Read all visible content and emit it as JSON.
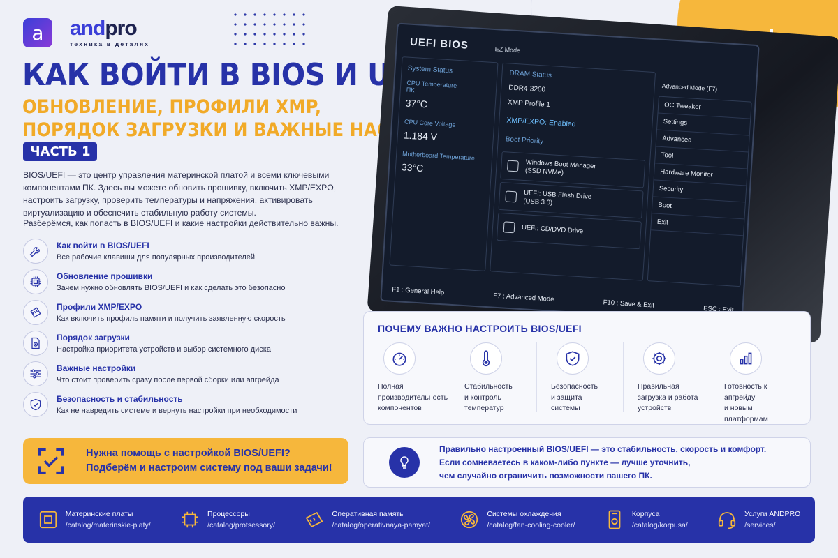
{
  "brand": {
    "logo_letter": "a",
    "name_part1": "and",
    "name_part2": "pro",
    "tagline": "техника в деталях"
  },
  "title": {
    "line1": "КАК ВОЙТИ В BIOS И UEFI:",
    "line2": "ОБНОВЛЕНИЕ, ПРОФИЛИ XMP,",
    "line3": "ПОРЯДОК ЗАГРУЗКИ И ВАЖНЫЕ НАСТРОЙКИ.",
    "part": "ЧАСТЬ 1"
  },
  "intro": {
    "p1": "BIOS/UEFI — это центр управления материнской платой и всеми ключевыми компонентами ПК. Здесь вы можете обновить прошивку, включить XMP/EXPO, настроить загрузку, проверить температуры и напряжения, активировать виртуализацию и обеспечить стабильную работу системы.",
    "p2": "Разберёмся, как попасть в BIOS/UEFI и какие настройки действительно важны."
  },
  "features": [
    {
      "icon": "wrench-icon",
      "title": "Как войти в BIOS/UEFI",
      "desc": "Все рабочие клавиши для популярных производителей"
    },
    {
      "icon": "chip-icon",
      "title": "Обновление прошивки",
      "desc": "Зачем нужно обновлять BIOS/UEFI и как сделать это безопасно"
    },
    {
      "icon": "memory-icon",
      "title": "Профили XMP/EXPO",
      "desc": "Как включить профиль памяти и получить заявленную скорость"
    },
    {
      "icon": "drive-icon",
      "title": "Порядок загрузки",
      "desc": "Настройка приоритета устройств и выбор системного диска"
    },
    {
      "icon": "sliders-icon",
      "title": "Важные настройки",
      "desc": "Что стоит проверить сразу после первой сборки или апгрейда"
    },
    {
      "icon": "shield-icon",
      "title": "Безопасность и стабильность",
      "desc": "Как не навредить системе и вернуть настройки при необходимости"
    }
  ],
  "help": {
    "line1": "Нужна помощь с настройкой BIOS/UEFI?",
    "line2": "Подберём и настроим систему под ваши задачи!"
  },
  "bios": {
    "title": "UEFI BIOS",
    "mode": "EZ Mode",
    "system_status": "System Status",
    "cpu_temp_label": "CPU Temperature",
    "cpu_temp_sub": "ПК",
    "cpu_temp_value": "37°C",
    "cpu_volt_label": "CPU Core Voltage",
    "cpu_volt_value": "1.184 V",
    "mb_temp_label": "Motherboard Temperature",
    "mb_temp_value": "33°C",
    "dram_label": "DRAM Status",
    "dram_type": "DDR4-3200",
    "xmp_profile": "XMP Profile 1",
    "xmp_status": "XMP/EXPO: Enabled",
    "boot_label": "Boot Priority",
    "boot_items": [
      {
        "l1": "Windows Boot Manager",
        "l2": "(SSD NVMe)"
      },
      {
        "l1": "UEFI: USB Flash Drive",
        "l2": "(USB 3.0)"
      },
      {
        "l1": "UEFI: CD/DVD Drive",
        "l2": ""
      }
    ],
    "advanced_mode": "Advanced Mode (F7)",
    "menu": [
      "OC Tweaker",
      "Settings",
      "Advanced",
      "Tool",
      "Hardware Monitor",
      "Security",
      "Boot",
      "Exit"
    ],
    "footer": [
      "F1 : General Help",
      "F7 : Advanced Mode",
      "F10 : Save & Exit",
      "ESC : Exit"
    ]
  },
  "why": {
    "title": "ПОЧЕМУ ВАЖНО НАСТРОИТЬ BIOS/UEFI",
    "items": [
      {
        "icon": "speedometer-icon",
        "l1": "Полная",
        "l2": "производительность",
        "l3": "компонентов"
      },
      {
        "icon": "thermometer-icon",
        "l1": "Стабильность",
        "l2": "и контроль",
        "l3": "температур"
      },
      {
        "icon": "shield-check-icon",
        "l1": "Безопасность",
        "l2": "и защита",
        "l3": "системы"
      },
      {
        "icon": "gear-icon",
        "l1": "Правильная",
        "l2": "загрузка и работа",
        "l3": "устройств"
      },
      {
        "icon": "bar-chart-icon",
        "l1": "Готовность к апгрейду",
        "l2": "и новым",
        "l3": "платформам"
      }
    ]
  },
  "note": {
    "line1": "Правильно настроенный BIOS/UEFI — это стабильность, скорость и комфорт.",
    "line2": "Если сомневаетесь в каком-либо пункте — лучше уточнить,",
    "line3": "чем случайно ограничить возможности вашего ПК."
  },
  "catalog": [
    {
      "icon": "motherboard-icon",
      "name": "Материнские платы",
      "url": "/catalog/materinskie-platy/"
    },
    {
      "icon": "cpu-icon",
      "name": "Процессоры",
      "url": "/catalog/protsessory/"
    },
    {
      "icon": "ram-icon",
      "name": "Оперативная память",
      "url": "/catalog/operativnaya-pamyat/"
    },
    {
      "icon": "fan-icon",
      "name": "Системы охлаждения",
      "url": "/catalog/fan-cooling-cooler/"
    },
    {
      "icon": "case-icon",
      "name": "Корпуса",
      "url": "/catalog/korpusa/"
    },
    {
      "icon": "headset-icon",
      "name": "Услуги ANDPRO",
      "url": "/services/"
    }
  ],
  "colors": {
    "primary": "#2732a8",
    "accent": "#f6b73c",
    "background": "#eef0f7",
    "bios_bg": "#131b2b"
  }
}
